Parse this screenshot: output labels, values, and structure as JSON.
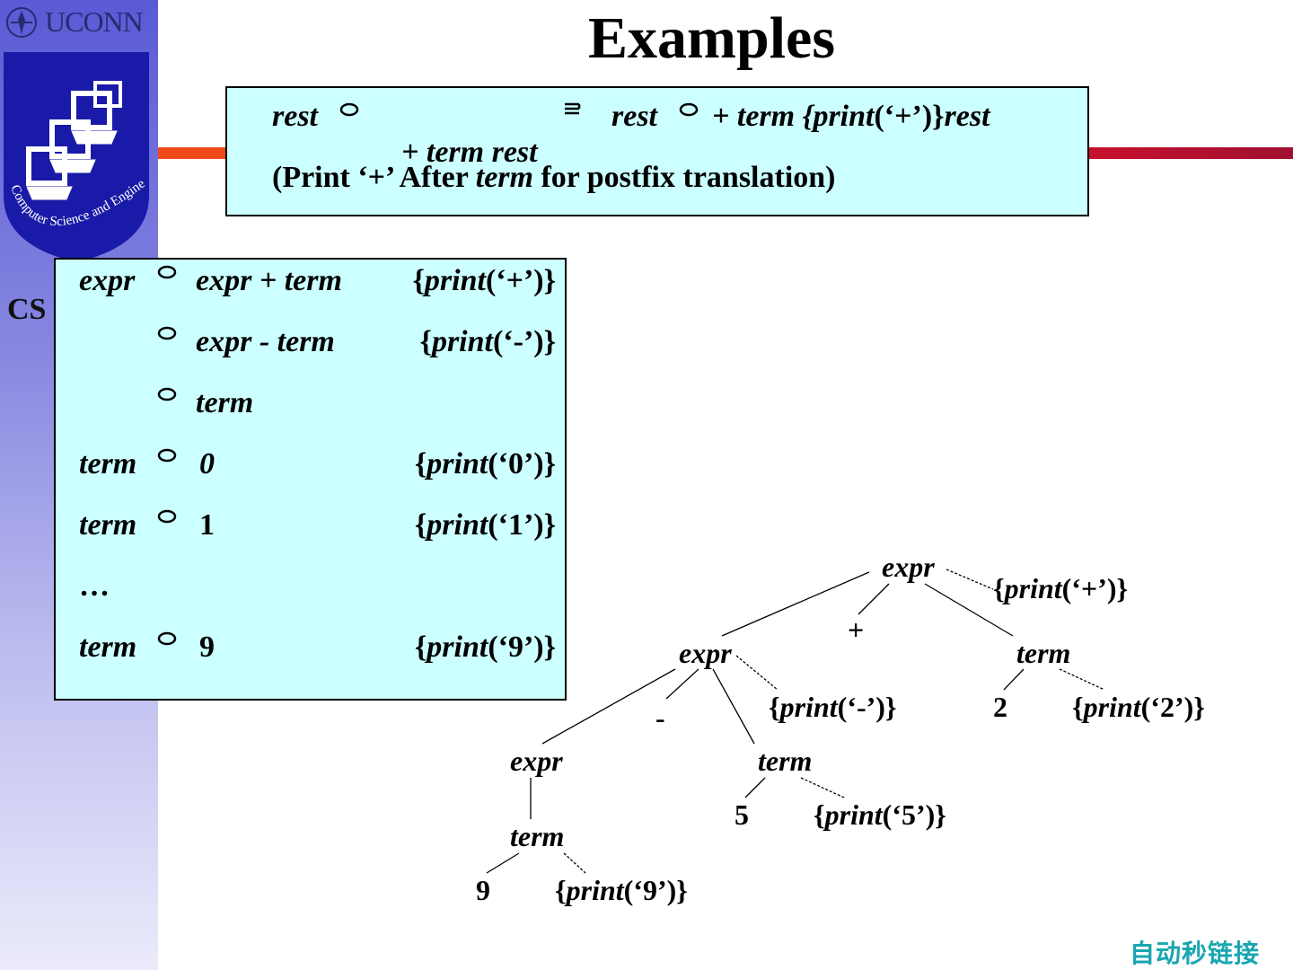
{
  "header": {
    "logo_text": "UCONN",
    "department_text": "Computer Science and Engineering",
    "side_label": "CS",
    "title": "Examples"
  },
  "top_box": {
    "line1": {
      "lhs": "rest",
      "rhs_a": "+ term rest",
      "rhs_b": "rest",
      "rhs_c": "+ term {",
      "rhs_print": "print",
      "rhs_d": "(‘+’)}",
      "rhs_e": "rest"
    },
    "line2": {
      "a": "(Print ‘+’ After ",
      "b": "term",
      "c": " for postfix translation)"
    }
  },
  "grammar": {
    "rows": [
      {
        "lhs": "expr",
        "rhs": "expr + term",
        "act_open": "{",
        "act_fn": "print",
        "act_arg": "(‘+’)}"
      },
      {
        "lhs": "",
        "rhs": "expr - term",
        "act_open": "{",
        "act_fn": "print",
        "act_arg": "(‘-’)}"
      },
      {
        "lhs": "",
        "rhs": "term",
        "act_open": "",
        "act_fn": "",
        "act_arg": ""
      },
      {
        "lhs": "term",
        "rhs": "0",
        "act_open": "{",
        "act_fn": "print",
        "act_arg": "(‘0’)}"
      },
      {
        "lhs": "term",
        "rhs": "1",
        "act_open": "{",
        "act_fn": "print",
        "act_arg": "(‘1’)}"
      },
      {
        "lhs": "…",
        "rhs": "",
        "act_open": "",
        "act_fn": "",
        "act_arg": ""
      },
      {
        "lhs": "term",
        "rhs": "9",
        "act_open": "{",
        "act_fn": "print",
        "act_arg": "(‘9’)}"
      }
    ]
  },
  "tree": {
    "nodes": {
      "expr_root": "expr",
      "act_plus_open": "{",
      "act_plus_fn": "print",
      "act_plus_arg": "(‘+’)}",
      "plus": "+",
      "expr_mid": "expr",
      "term_right": "term",
      "minus": "-",
      "act_minus_open": "{",
      "act_minus_fn": "print",
      "act_minus_arg": "(‘-’)}",
      "two": "2",
      "act_two_open": "{",
      "act_two_fn": "print",
      "act_two_arg": "(‘2’)}",
      "expr_low": "expr",
      "term_mid": "term",
      "five": "5",
      "act_five_open": "{",
      "act_five_fn": "print",
      "act_five_arg": "(‘5’)}",
      "term_low": "term",
      "nine": "9",
      "act_nine_open": "{",
      "act_nine_fn": "print",
      "act_nine_arg": "(‘9’)}"
    }
  },
  "watermark": "自动秒链接",
  "colors": {
    "box_fill": "#ccffff",
    "sidebar": "#6b6bd9",
    "stripe_left": "#f04a1c",
    "stripe_right": "#c8102e",
    "watermark": "#18a6b0"
  }
}
